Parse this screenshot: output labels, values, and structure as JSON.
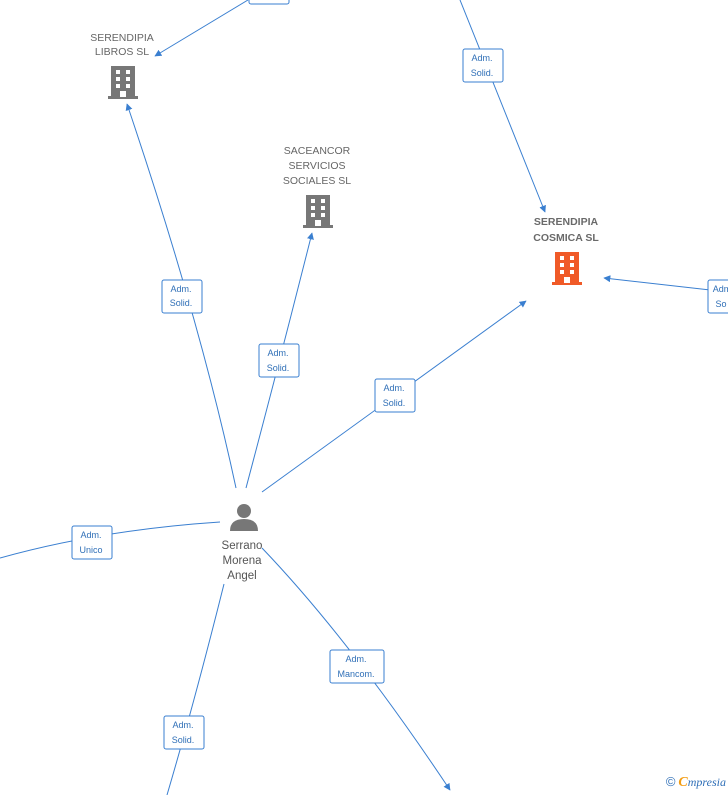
{
  "colors": {
    "edge": "#3a7fd0",
    "company": "#777777",
    "company_highlight": "#f05a28",
    "person": "#777777"
  },
  "nodes": {
    "serendipia_libros": {
      "lines": [
        "SERENDIPIA",
        "LIBROS  SL"
      ],
      "icon": "building-icon"
    },
    "saceancor": {
      "lines": [
        "SACEANCOR",
        "SERVICIOS",
        "SOCIALES  SL"
      ],
      "icon": "building-icon"
    },
    "serendipia_cosmica": {
      "lines": [
        "SERENDIPIA",
        "COSMICA  SL"
      ],
      "icon": "building-icon-highlight"
    },
    "person": {
      "lines": [
        "Serrano",
        "Morena",
        "Angel"
      ],
      "icon": "person-icon"
    }
  },
  "edges": [
    {
      "id": "to-libros",
      "label": [
        "Adm.",
        "Solid."
      ]
    },
    {
      "id": "to-saceancor",
      "label": [
        "Adm.",
        "Solid."
      ]
    },
    {
      "id": "to-cosmica",
      "label": [
        "Adm.",
        "Solid."
      ]
    },
    {
      "id": "top-to-cosmica",
      "label": [
        "Adm.",
        "Solid."
      ]
    },
    {
      "id": "right-to-cosmica",
      "label": [
        "Adm",
        "So"
      ]
    },
    {
      "id": "to-left",
      "label": [
        "Adm.",
        "Unico"
      ]
    },
    {
      "id": "to-bottom-left",
      "label": [
        "Adm.",
        "Solid."
      ]
    },
    {
      "id": "to-bottom-right",
      "label": [
        "Adm.",
        "Mancom."
      ]
    }
  ],
  "brand": {
    "copyright": "©",
    "initial": "C",
    "name": "mpresia"
  }
}
